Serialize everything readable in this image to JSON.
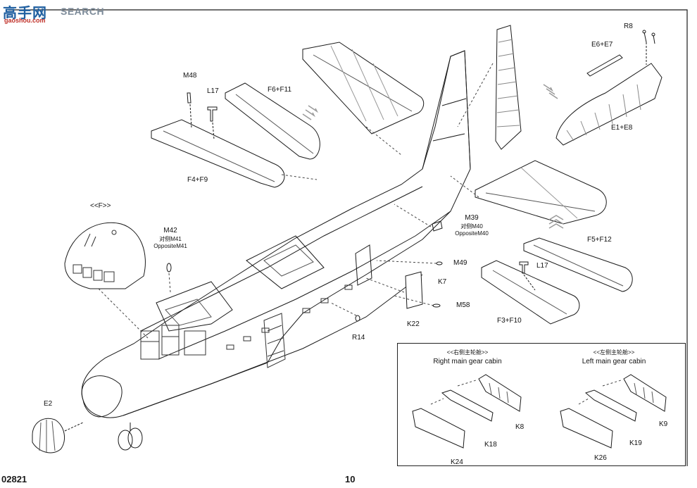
{
  "watermark": {
    "cn": "高手网",
    "en": "SEARCH",
    "url": "gaoshou.com"
  },
  "footer": {
    "code": "02821",
    "page": "10"
  },
  "labels": {
    "m48": "M48",
    "l17_top": "L17",
    "f6f11": "F6+F11",
    "f4f9": "F4+F9",
    "r8": "R8",
    "e6e7": "E6+E7",
    "e1e8": "E1+E8",
    "f_group": "<<F>>",
    "m42": "M42",
    "m41_cn": "对侧M41",
    "m41_en": "OppositeM41",
    "m39": "M39",
    "m40_cn": "对侧M40",
    "m40_en": "OppositeM40",
    "m49": "M49",
    "k7": "K7",
    "m58": "M58",
    "k22": "K22",
    "r14": "R14",
    "f5f12": "F5+F12",
    "l17_right": "L17",
    "f3f10": "F3+F10",
    "e2": "E2"
  },
  "inset": {
    "right": {
      "cn": "<<右侧主轮舱>>",
      "en": "Right main gear cabin",
      "k8": "K8",
      "k18": "K18",
      "k24": "K24"
    },
    "left": {
      "cn": "<<左侧主轮舱>>",
      "en": "Left main gear cabin",
      "k9": "K9",
      "k19": "K19",
      "k26": "K26"
    }
  },
  "colors": {
    "ink": "#1a1a1a",
    "shade": "#8a8a8a",
    "watermark_blue": "#1f5fa0",
    "watermark_red": "#c03028"
  }
}
